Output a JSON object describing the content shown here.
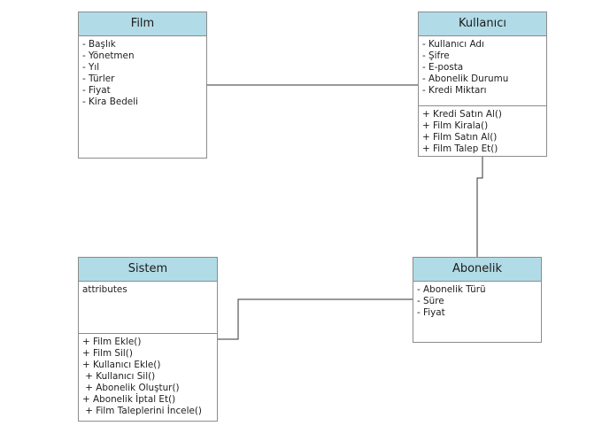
{
  "classes": {
    "film": {
      "name": "Film",
      "attributes": [
        "- Başlık",
        "- Yönetmen",
        "- Yıl",
        "- Türler",
        "- Fiyat",
        "- Kira Bedeli"
      ],
      "methods": []
    },
    "kullanici": {
      "name": "Kullanıcı",
      "attributes": [
        "- Kullanıcı Adı",
        "- Şifre",
        "- E-posta",
        "- Abonelik Durumu",
        "- Kredi Miktarı"
      ],
      "methods": [
        "+ Kredi Satın Al()",
        "+ Film Kirala()",
        "+ Film Satın Al()",
        "+ Film Talep Et()"
      ]
    },
    "sistem": {
      "name": "Sistem",
      "attributes": [
        "attributes"
      ],
      "methods": [
        "+ Film Ekle()",
        "+ Film Sil()",
        "+ Kullanıcı Ekle()",
        " + Kullanıcı Sil()",
        " + Abonelik Oluştur()",
        "+ Abonelik İptal Et()",
        " + Film Taleplerini İncele()"
      ]
    },
    "abonelik": {
      "name": "Abonelik",
      "attributes": [
        "- Abonelik Türü",
        "- Süre",
        "- Fiyat"
      ],
      "methods": []
    }
  },
  "colors": {
    "header_fill": "#b1dbe6",
    "border": "#8c8c8c",
    "connector": "#333333"
  }
}
